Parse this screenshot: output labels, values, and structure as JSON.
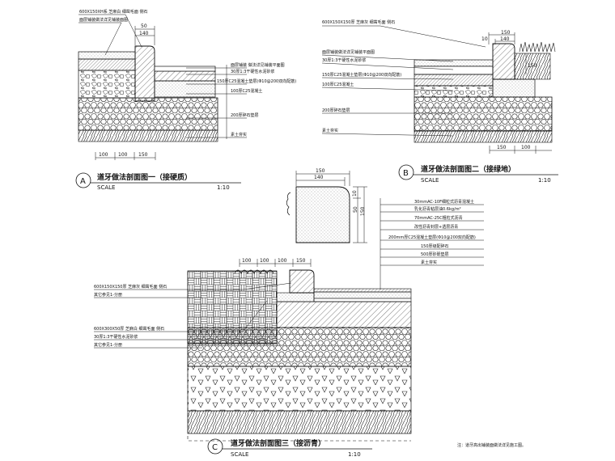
{
  "detail_a": {
    "letter": "A",
    "title": "道牙做法剖面图一（接硬质）",
    "scale_label": "SCALE",
    "scale_value": "1:10",
    "callouts": [
      "600X150XH系 芝麻白 细凿毛面 侧石",
      "面层铺装做法详见铺装面图",
      "面层铺装 做法详见铺装平面图",
      "30厚1:3干硬性水泥砂浆",
      "150厚C25混凝土垫层(Φ10@200双向配筋)",
      "100厚C25混凝土",
      "200厚碎石垫层",
      "素土夯实"
    ],
    "dims_top": [
      "50",
      "140"
    ],
    "dims_bottom": [
      "100",
      "100",
      "150"
    ]
  },
  "detail_b": {
    "letter": "B",
    "title": "道牙做法剖面图二（接绿地）",
    "scale_label": "SCALE",
    "scale_value": "1:10",
    "callouts": [
      "600X150X150厚 芝麻灰 细凿毛面 侧石",
      "面层铺装做法详见铺装平面图",
      "30厚1:3干硬性水泥砂浆",
      "150厚C25混凝土垫层(Φ10@200双向配筋)",
      "100厚C25混凝土",
      "200厚碎石垫层",
      "素土夯实"
    ],
    "dims_top": [
      "150",
      "10",
      "140"
    ],
    "dims_right": [
      "150"
    ],
    "dims_bottom": [
      "150",
      "100"
    ]
  },
  "section_detail": {
    "dims_top": [
      "150",
      "140"
    ],
    "dims_right": [
      "10",
      "50",
      "150"
    ]
  },
  "detail_c": {
    "letter": "C",
    "title": "道牙做法剖面图三（接沥青）",
    "scale_label": "SCALE",
    "scale_value": "1:10",
    "callouts_left": [
      "600X150X150厚 芝麻灰 细凿毛面 侧石",
      "其它参见1-分册",
      "600X300X50厚 芝麻白 细凿毛面 侧石",
      "30厚1:3干硬性水泥砂浆",
      "其它参见1-分册"
    ],
    "callouts_right": [
      "30mmAC-10F细粒式沥青混凝土",
      "乳化沥青粘层油0.6kg/m²",
      "70mmAC-25C粗粒式沥青",
      "改性沥青封层+透层沥青",
      "200mm厚C25混凝土垫层(Φ10@200双向配筋)",
      "150厚级配碎石",
      "500厚砂砾垫层",
      "素土夯实"
    ],
    "dims_top": [
      "100",
      "100",
      "100",
      "150"
    ]
  },
  "footnote": "注：道牙高出铺装面做法详见施工图。"
}
